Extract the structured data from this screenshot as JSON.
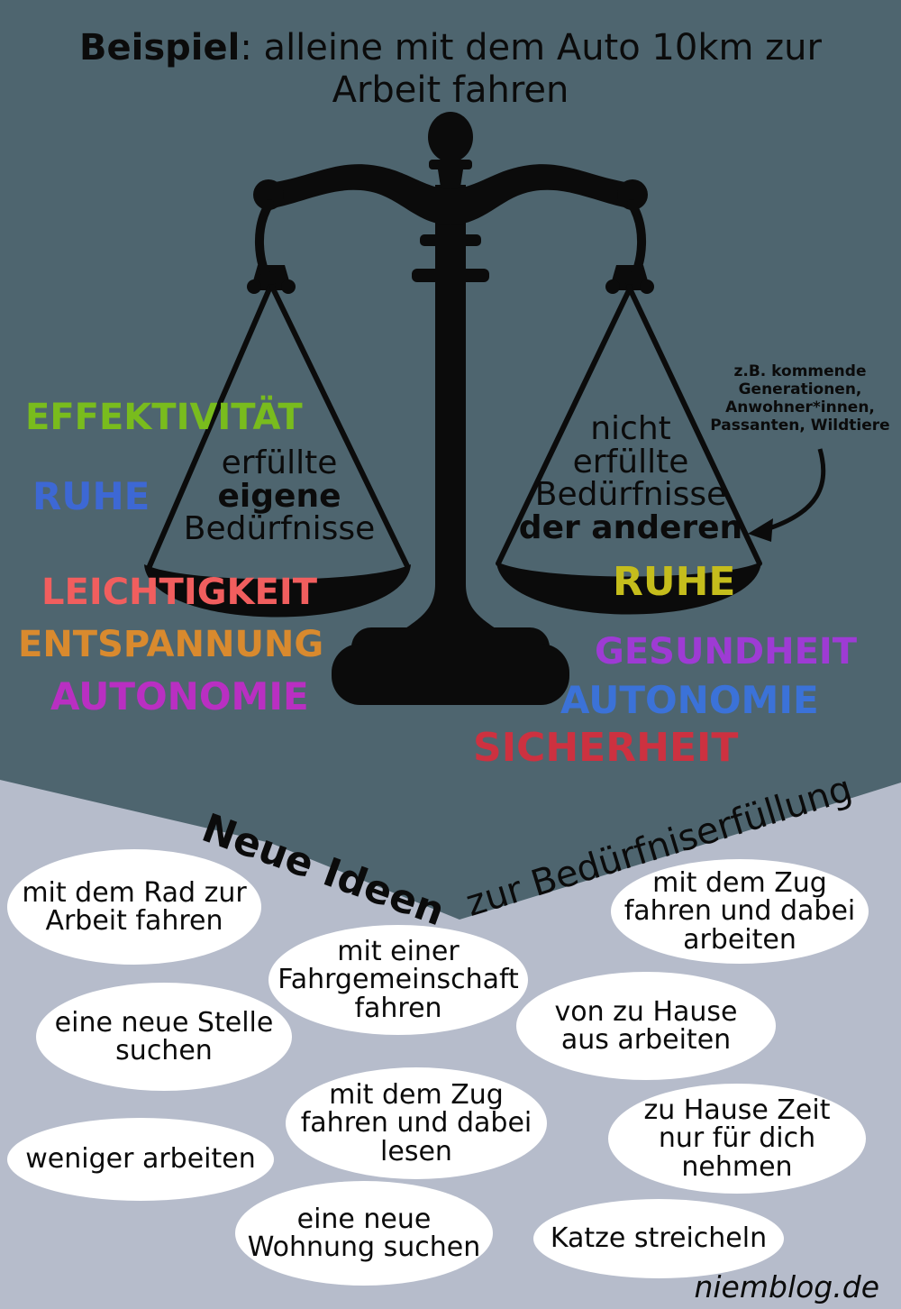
{
  "title": {
    "lead": "Beispiel",
    "rest": ": alleine mit dem Auto 10km zur\nArbeit fahren"
  },
  "scale": {
    "left_pan": {
      "line1": "erfüllte",
      "line2": "eigene",
      "line3": "Bedürfnisse"
    },
    "right_pan": {
      "line1": "nicht",
      "line2": "erfüllte",
      "line3": "Bedürfnisse",
      "line4": "der anderen"
    },
    "annotation": "z.B. kommende\nGenerationen,\nAnwohner*innen,\nPassanten, Wildtiere"
  },
  "needs_left": [
    {
      "text": "EFFEKTIVITÄT",
      "color": "#79bc1d"
    },
    {
      "text": "RUHE",
      "color": "#3d68d4"
    },
    {
      "text": "LEICHTIGKEIT",
      "color": "#f15e5e"
    },
    {
      "text": "ENTSPANNUNG",
      "color": "#d98a2e"
    },
    {
      "text": "AUTONOMIE",
      "color": "#b92fc2"
    }
  ],
  "needs_right": [
    {
      "text": "RUHE",
      "color": "#c5bd1c"
    },
    {
      "text": "GESUNDHEIT",
      "color": "#9e3bd4"
    },
    {
      "text": "AUTONOMIE",
      "color": "#3b72d8"
    },
    {
      "text": "SICHERHEIT",
      "color": "#cd3140"
    }
  ],
  "ideas_heading": {
    "left": "Neue Ideen",
    "right": "zur Bedürfniserfüllung"
  },
  "ideas": [
    {
      "text": "mit dem Rad zur\nArbeit fahren"
    },
    {
      "text": "mit dem Zug\nfahren und dabei\narbeiten"
    },
    {
      "text": "mit einer\nFahrgemeinschaft\nfahren"
    },
    {
      "text": "eine neue Stelle\nsuchen"
    },
    {
      "text": "von zu Hause\naus arbeiten"
    },
    {
      "text": "mit dem Zug\nfahren und dabei\nlesen"
    },
    {
      "text": "zu Hause Zeit\nnur für dich\nnehmen"
    },
    {
      "text": "weniger arbeiten"
    },
    {
      "text": "eine neue\nWohnung suchen"
    },
    {
      "text": "Katze streicheln"
    }
  ],
  "footer": {
    "site": "niemblog.de"
  },
  "colors": {
    "background_top": "#4e656f",
    "background_bottom": "#b6bccb",
    "scale_silhouette": "#0b0b0b",
    "bubble_fill": "#ffffff",
    "text": "#0b0b0b"
  }
}
